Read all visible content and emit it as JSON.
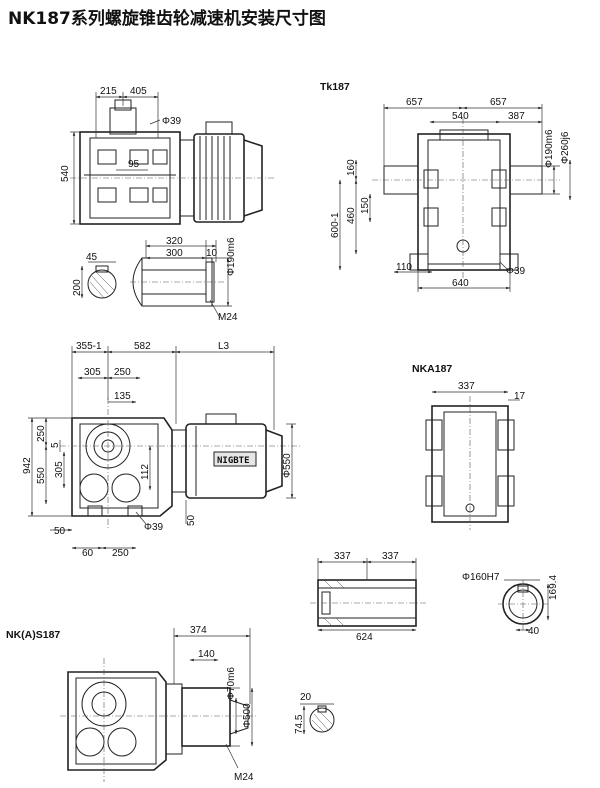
{
  "title": "NK187系列螺旋锥齿轮减速机安装尺寸图",
  "labels": {
    "tk": "Tk187",
    "nka": "NKA187",
    "nks": "NK(A)S187"
  },
  "logo_text": "NIGBTE",
  "dims": {
    "top_215": "215",
    "top_405": "405",
    "top_phi39": "Φ39",
    "top_540": "540",
    "top_95": "95",
    "shaft_320": "320",
    "shaft_300": "300",
    "shaft_10": "10",
    "shaft_phi190": "Φ190m6",
    "key_45": "45",
    "key_200": "200",
    "shaft_m24": "M24",
    "tk_657a": "657",
    "tk_657b": "657",
    "tk_540": "540",
    "tk_387": "387",
    "tk_phi190": "Φ190m6",
    "tk_phi260": "Φ260j6",
    "tk_160": "160",
    "tk_150": "150",
    "tk_460": "460",
    "tk_600": "600-1",
    "tk_110": "110",
    "tk_640": "640",
    "tk_phi39": "Φ39",
    "main_355": "355-1",
    "main_582": "582",
    "main_L3": "L3",
    "main_305": "305",
    "main_250a": "250",
    "main_135": "135",
    "main_250b": "250",
    "main_5": "5",
    "main_942": "942",
    "main_305v": "305",
    "main_550": "550",
    "main_112": "112",
    "main_phi550": "Φ550",
    "main_50a": "50",
    "main_phi39": "Φ39",
    "main_50b": "50",
    "main_60": "60",
    "main_250c": "250",
    "nka_337": "337",
    "nka_17": "17",
    "hs_337a": "337",
    "hs_337b": "337",
    "hs_624": "624",
    "hs_phi160": "Φ160H7",
    "hs_169": "169.4",
    "hs_40": "40",
    "nks_374": "374",
    "nks_140": "140",
    "nks_phi70": "Φ70m6",
    "nks_phi500": "Φ500",
    "nks_m24": "M24",
    "nks_20": "20",
    "nks_74": "74.5"
  }
}
